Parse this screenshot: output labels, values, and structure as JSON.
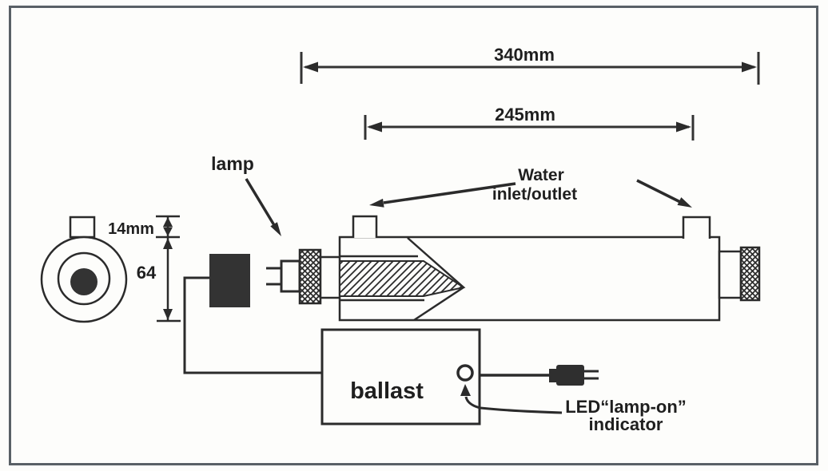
{
  "frame": {
    "background": "#fdfdfb",
    "border_color": "#596066",
    "ink_color": "#2b2b2b",
    "fill_dark": "#333333"
  },
  "dimensions": {
    "overall_length": "340mm",
    "chamber_length": "245mm",
    "port_height": "14mm",
    "body_diameter": "64"
  },
  "labels": {
    "lamp": "lamp",
    "water": {
      "line1": "Water",
      "line2": "inlet/outlet"
    },
    "ballast": "ballast",
    "led": {
      "line1": "LED“lamp-on”",
      "line2": "indicator"
    }
  }
}
